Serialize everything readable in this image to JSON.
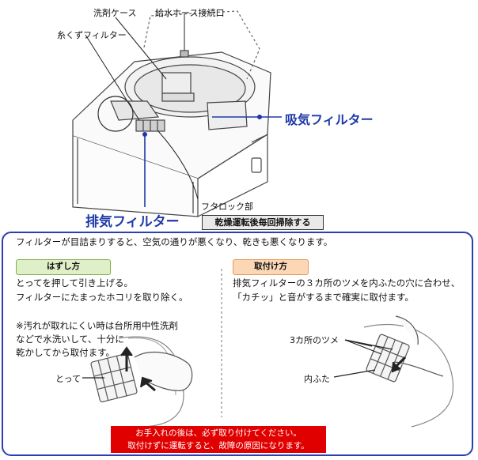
{
  "top_diagram": {
    "labels": {
      "detergent_case": "洗剤ケース",
      "inlet_hose": "給水ホース接続口",
      "lint_filter": "糸くずフィルター",
      "intake_filter": "吸気フィルター",
      "lid_lock": "フタロック部",
      "exhaust_filter": "排気フィルター"
    },
    "badge": "乾燥運転後毎回掃除する"
  },
  "intro": "フィルターが目詰まりすると、空気の通りが悪くなり、乾きも悪くなります。",
  "remove": {
    "tag": "はずし方",
    "lines": [
      "とってを押して引き上げる。",
      "フィルターにたまったホコリを取り除く。"
    ],
    "note_lines": [
      "※汚れが取れにくい時は台所用中性洗剤",
      "などで水洗いして、十分に",
      "乾かしてから取付ます。"
    ],
    "handle_label": "とって"
  },
  "attach": {
    "tag": "取付け方",
    "lines": [
      "排気フィルターの３カ所のツメを内ふたの穴に合わせ、",
      "「カチッ」と音がするまで確実に取付ます。"
    ],
    "claw_label": "3カ所のツメ",
    "inner_lid_label": "内ふた"
  },
  "notice": [
    "お手入れの後は、必ず取り付けてください。",
    "取付けずに運転すると、故障の原因になります。"
  ],
  "colors": {
    "accent_blue": "#1f3aa8",
    "notice_red": "#e00000"
  }
}
